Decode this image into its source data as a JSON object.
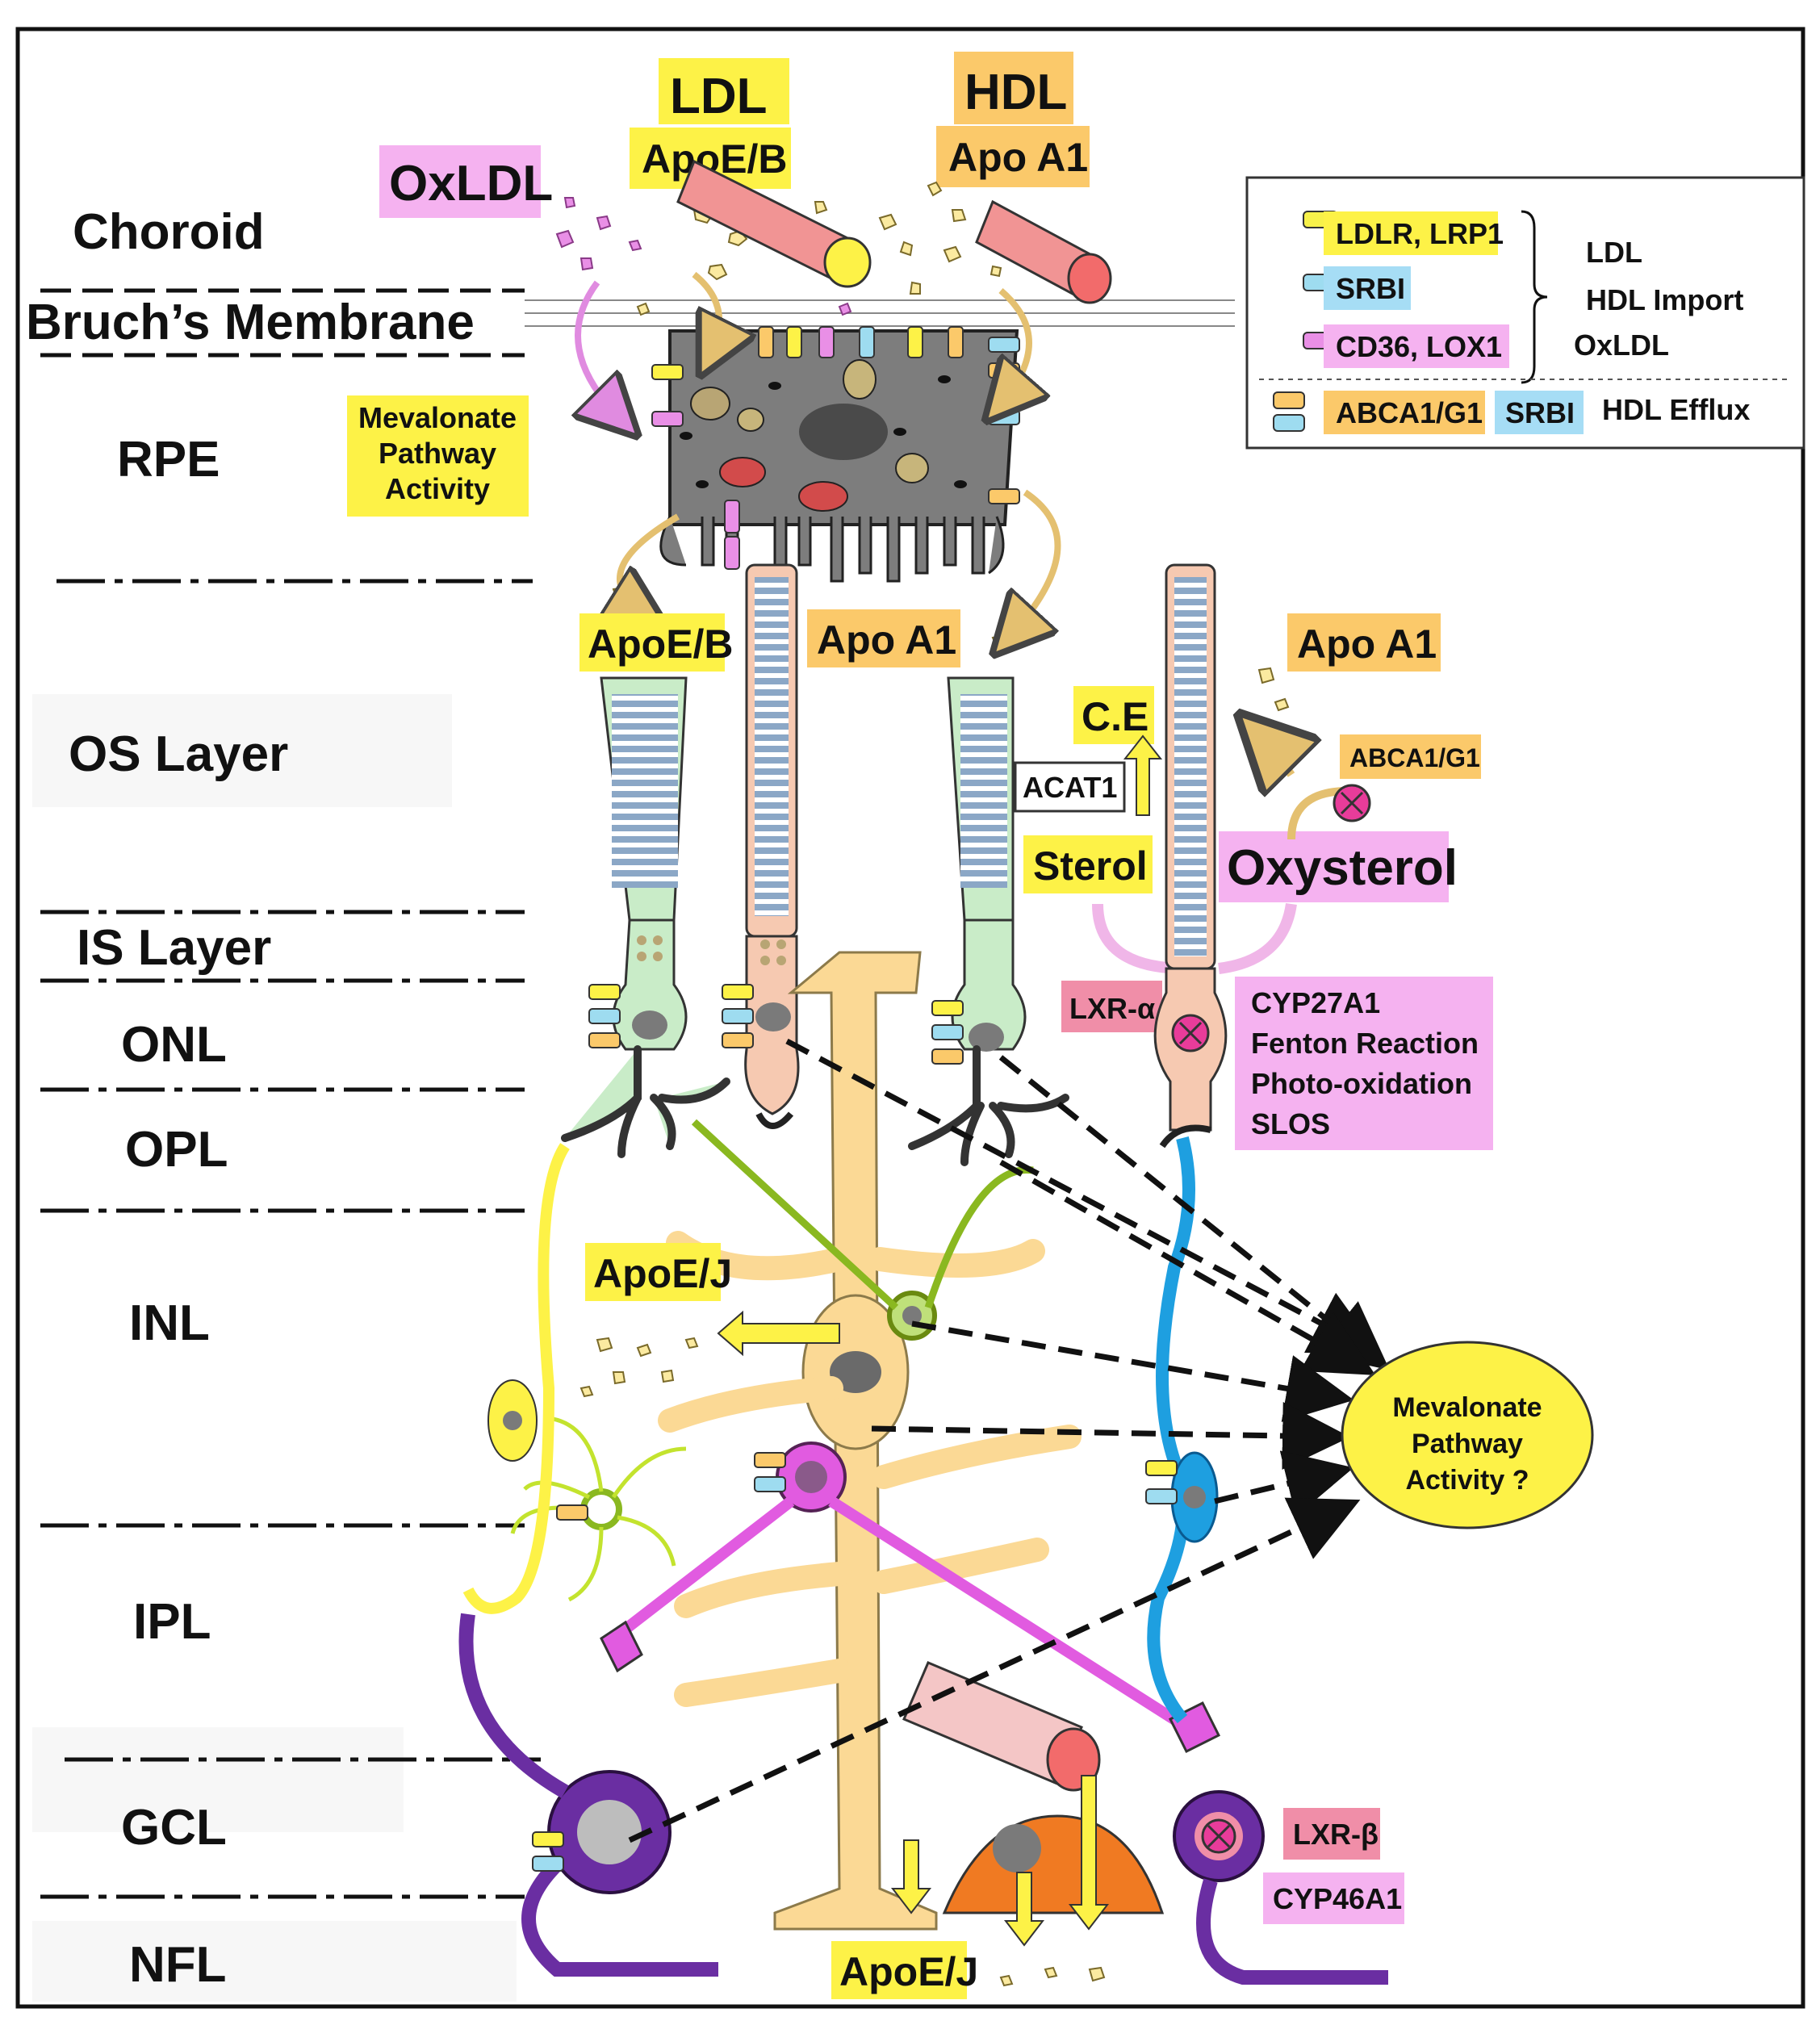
{
  "layers": [
    "Choroid",
    "Bruch’s Membrane",
    "RPE",
    "OS Layer",
    "IS Layer",
    "ONL",
    "OPL",
    "INL",
    "IPL",
    "GCL",
    "NFL"
  ],
  "top_labels": {
    "ldl": "LDL",
    "ldl_apo": "ApoE/B",
    "hdl": "HDL",
    "hdl_apo": "Apo A1",
    "oxldl": "OxLDL"
  },
  "rpe_note": [
    "Mevalonate",
    "Pathway",
    "Activity"
  ],
  "legend": {
    "rows": [
      {
        "receptor": "LDLR, LRP1",
        "color": "#f7f14a"
      },
      {
        "receptor": "SRBI",
        "color": "#9edcf0"
      },
      {
        "receptor": "CD36, LOX1",
        "color": "#e98fe6"
      }
    ],
    "import_labels": [
      "LDL",
      "HDL  Import",
      "OxLDL"
    ],
    "efflux_receptor_a": "ABCA1/G1",
    "efflux_receptor_b": "SRBI",
    "efflux_label": "HDL Efflux"
  },
  "annotations": {
    "apoe_b_mid": "ApoE/B",
    "apo_a1_mid": "Apo A1",
    "apo_a1_right": "Apo A1",
    "ce": "C.E",
    "acat1": "ACAT1",
    "abca_g1": "ABCA1/G1",
    "sterol": "Sterol",
    "oxysterol": "Oxysterol",
    "lxr_a": "LXR-α",
    "cyp_list": [
      "CYP27A1",
      "Fenton Reaction",
      "Photo-oxidation",
      "SLOS"
    ],
    "apoe_j_inl": "ApoE/J",
    "apoe_j_bottom": "ApoE/J",
    "lxr_b": "LXR-β",
    "cyp46": "CYP46A1",
    "mevalonate_q": [
      "Mevalonate",
      "Pathway",
      "Activity ?"
    ]
  },
  "colors": {
    "yellow": "#fdf247",
    "orange": "#fbc96a",
    "pink": "#f5b2f0",
    "magenta_box": "#f08ea8",
    "blue": "#a6ddf5",
    "rpe": "#7d7d7d",
    "rod": "#f6c9b1",
    "cone": "#c9ecc8",
    "muller": "#fbd995",
    "bipolar_blue": "#1e9fe0",
    "amacrine_magenta": "#e15be0",
    "ganglion_purple": "#6a2ea2",
    "horizontal_green": "#8ab820",
    "astro_orange": "#f07a22"
  }
}
